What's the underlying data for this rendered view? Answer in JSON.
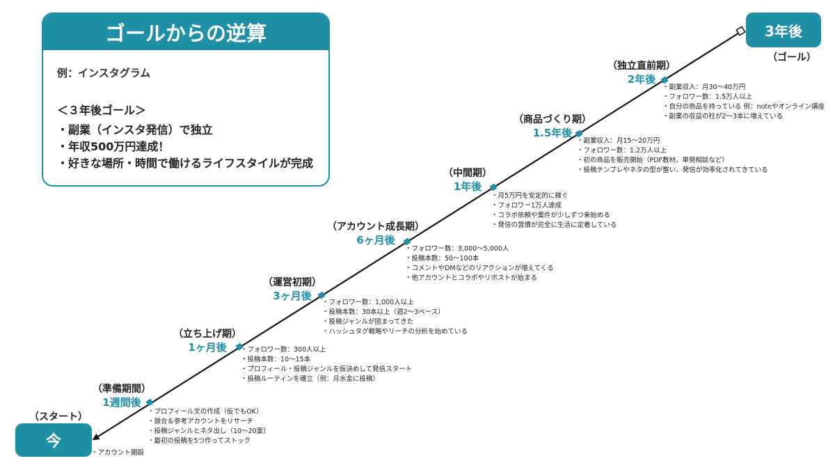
{
  "goal_card": {
    "title": "ゴールからの逆算",
    "example": "例：インスタグラム",
    "section_title": "＜３年後ゴール＞",
    "items": [
      "副業（インスタ発信）で独立",
      "年収500万円達成！",
      "好きな場所・時間で働けるライフスタイルが完成"
    ]
  },
  "goal_end": {
    "label": "3年後",
    "caption": "（ゴール）"
  },
  "start_end": {
    "label": "今",
    "caption": "（スタート）"
  },
  "start_bullets": [
    "アカウント開設"
  ],
  "milestones": [
    {
      "phase": "（準備期間）",
      "time": "1週間後",
      "bullets": [
        "プロフィール文の作成（仮でもOK）",
        "競合＆参考アカウントをリサーチ",
        "投稿ジャンルとネタ出し（10〜20案）",
        "最初の投稿を5つ作ってストック"
      ]
    },
    {
      "phase": "（立ち上げ期）",
      "time": "1ヶ月後",
      "bullets": [
        "フォロワー数：300人以上",
        "投稿本数：10〜15本",
        "プロフィール・投稿ジャンルを仮決めして発信スタート",
        "投稿ルーティンを確立（例：月水金に投稿）"
      ]
    },
    {
      "phase": "（運営初期）",
      "time": "3ヶ月後",
      "bullets": [
        "フォロワー数：1,000人以上",
        "投稿本数：30本以上（週2〜3ペース）",
        "投稿ジャンルが固まってきた",
        "ハッシュタグ戦略やリーチの分析を始めている"
      ]
    },
    {
      "phase": "（アカウント成長期）",
      "time": "6ヶ月後",
      "bullets": [
        "フォロワー数：3,000〜5,000人",
        "投稿本数：50〜100本",
        "コメントやDMなどのリアクションが増えてくる",
        "他アカウントとコラボやリポストが始まる"
      ]
    },
    {
      "phase": "（中間期）",
      "time": "1年後",
      "bullets": [
        "月5万円を安定的に稼ぐ",
        "フォロワー1万人達成",
        "コラボ依頼や案件が少しずつ来始める",
        "発信の習慣が完全に生活に定着している"
      ]
    },
    {
      "phase": "（商品づくり期）",
      "time": "1.5年後",
      "bullets": [
        "副業収入：月15〜20万円",
        "フォロワー数：1.2万人以上",
        "初の商品を販売開始（PDF教材、単発相談など）",
        "投稿テンプレやネタの型が整い、発信が効率化されてきている"
      ]
    },
    {
      "phase": "（独立直前期）",
      "time": "2年後",
      "bullets": [
        "副業収入：月30〜40万円",
        "フォロワー数：1.5万人以上",
        "自分の商品を持っている 例：noteやオンライン講座",
        "副業の収益の柱が2〜3本に増えている"
      ]
    }
  ],
  "colors": {
    "accent": "#1f8fa6",
    "line": "#111111"
  }
}
